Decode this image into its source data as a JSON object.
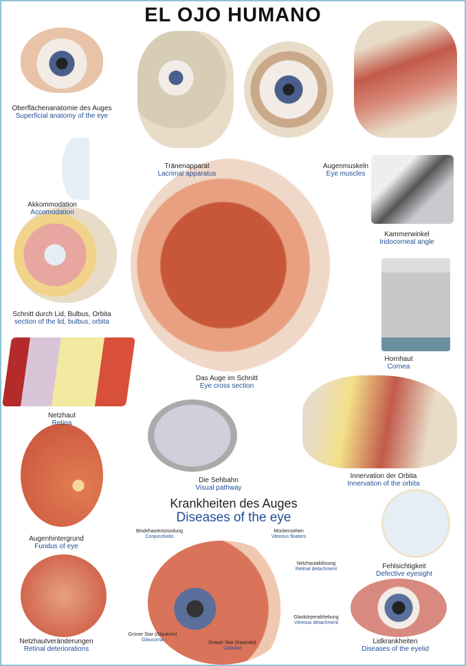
{
  "title": "EL OJO HUMANO",
  "sections": {
    "superficial": {
      "de": "Oberflächenanatomie des Auges",
      "en": "Superficial anatomy of the eye"
    },
    "lacrimal": {
      "de": "Tränenapparat",
      "en": "Lacrimal apparatus"
    },
    "muscles": {
      "de": "Augenmuskeln",
      "en": "Eye muscles"
    },
    "accommodation": {
      "de": "Akkommodation",
      "en": "Accomodation"
    },
    "iridocorneal": {
      "de": "Kammerwinkel",
      "en": "Iridocorneal angle"
    },
    "section": {
      "de": "Schnitt durch Lid, Bulbus, Orbita",
      "en": "section of the lid, bulbus, orbita"
    },
    "cornea": {
      "de": "Hornhaut",
      "en": "Cornea"
    },
    "cross": {
      "de": "Das Auge im Schnitt",
      "en": "Eye cross section"
    },
    "retina": {
      "de": "Netzhaut",
      "en": "Retina"
    },
    "pathway": {
      "de": "Die Sehbahn",
      "en": "Visual pathway"
    },
    "innervation": {
      "de": "Innervation der Orbita",
      "en": "Innervation of the orbita"
    },
    "fundus": {
      "de": "Augenhintergrund",
      "en": "Fundus of eye"
    },
    "diseases": {
      "de": "Krankheiten des Auges",
      "en": "Diseases of the eye"
    },
    "eyesight": {
      "de": "Fehlsichtigkeit",
      "en": "Defective eyesight"
    },
    "retinal_det": {
      "de": "Netzhautveränderungen",
      "en": "Retinal deteriorations"
    },
    "eyelid": {
      "de": "Lidkrankheiten",
      "en": "Diseases of the eyelid"
    }
  },
  "disease_labels": {
    "conj": {
      "de": "Bindehautentzündung",
      "en": "Conjunctivitis"
    },
    "floaters": {
      "de": "Mückensehen",
      "en": "Vitreous floaters"
    },
    "detach": {
      "de": "Netzhautablösung",
      "en": "Retinal detachment"
    },
    "vitreous": {
      "de": "Glaskörperabhebung",
      "en": "Vitreous detachment"
    },
    "glaucoma": {
      "de": "Grüner Star (Glaukom)",
      "en": "Glaucoma"
    },
    "cataract": {
      "de": "Grauer Star (Katarakt)",
      "en": "Cataract"
    }
  }
}
